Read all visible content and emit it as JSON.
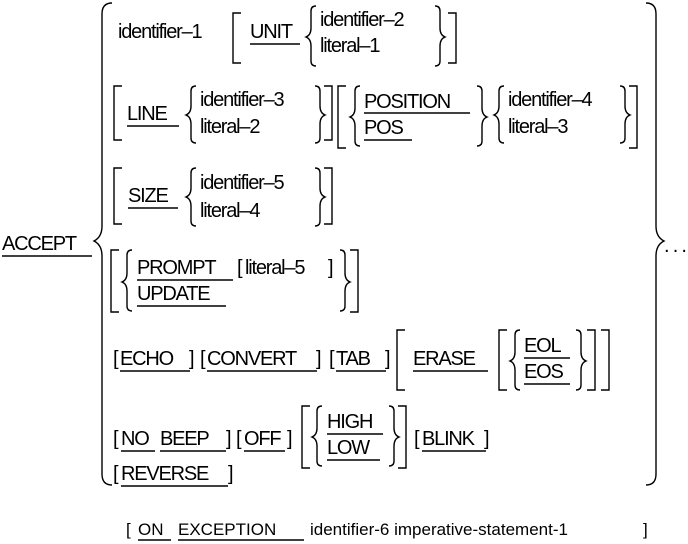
{
  "statement": {
    "verb": "ACCEPT",
    "continuation": ". . ."
  },
  "line1": {
    "identifier_1": "identifier–1",
    "unit": "UNIT",
    "identifier_2": "identifier–2",
    "literal_1": "literal–1"
  },
  "line2": {
    "line": "LINE",
    "identifier_3": "identifier–3",
    "literal_2": "literal–2",
    "position": "POSITION",
    "pos": "POS",
    "identifier_4": "identifier–4",
    "literal_3": "literal–3"
  },
  "line3": {
    "size": "SIZE",
    "identifier_5": "identifier–5",
    "literal_4": "literal–4"
  },
  "line4": {
    "prompt": "PROMPT",
    "literal_5": "literal–5",
    "update": "UPDATE"
  },
  "line5": {
    "echo": "ECHO",
    "convert": "CONVERT",
    "tab": "TAB",
    "erase": "ERASE",
    "eol": "EOL",
    "eos": "EOS"
  },
  "line6": {
    "no": "NO",
    "beep": "BEEP",
    "off": "OFF",
    "high": "HIGH",
    "low": "LOW",
    "blink": "BLINK",
    "reverse": "REVERSE"
  },
  "footer": {
    "open": "[",
    "on": "ON",
    "exception": "EXCEPTION",
    "rest": "identifier-6 imperative-statement-1",
    "close": "]"
  }
}
